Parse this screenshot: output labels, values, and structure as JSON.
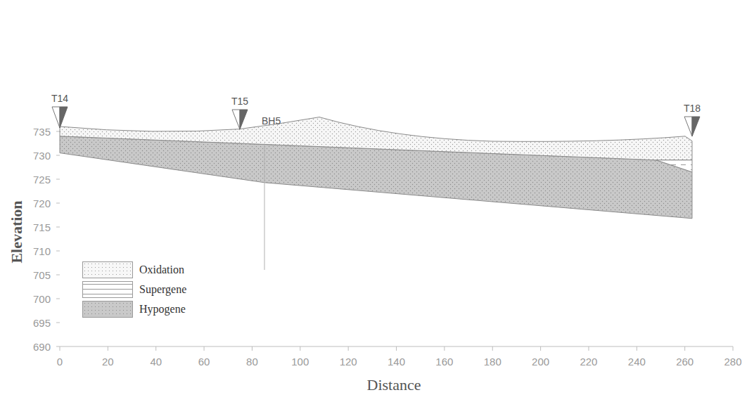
{
  "diagram": {
    "labels": [
      "T14",
      "T15",
      "BH5",
      "T18",
      "Elevation",
      "735",
      "730",
      "725",
      "720",
      "715",
      "710",
      "705",
      "700",
      "695",
      "690",
      "0",
      "20",
      "40",
      "60",
      "80",
      "100",
      "120",
      "140",
      "160",
      "180",
      "200",
      "220",
      "240",
      "260",
      "280",
      "Distance"
    ],
    "legend": [
      {
        "text": "Oxidation",
        "color": "#f7f7f7"
      },
      {
        "text": "Supergene",
        "color": "#ffffff"
      },
      {
        "text": "Hypogene",
        "color": "#c9c9c9"
      }
    ]
  }
}
